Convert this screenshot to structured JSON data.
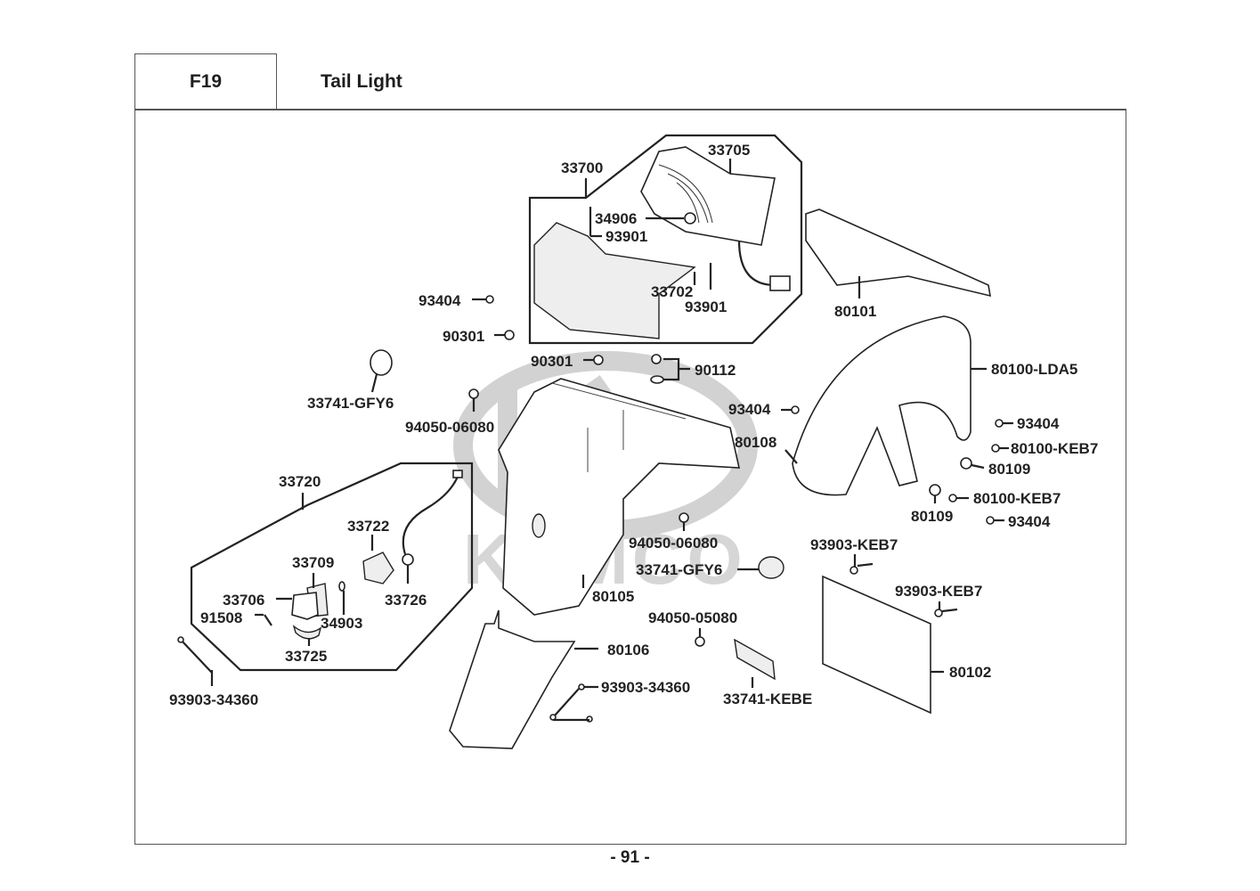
{
  "header": {
    "section_code": "F19",
    "title": "Tail Light"
  },
  "footer": {
    "page_number": "- 91 -"
  },
  "watermark": "KYMCO",
  "groups": [
    {
      "id": "33700",
      "members": [
        "33705",
        "34906",
        "93901",
        "33702"
      ]
    },
    {
      "id": "33720",
      "members": [
        "33722",
        "33709",
        "33706",
        "91508",
        "34903",
        "33726",
        "33725"
      ]
    }
  ],
  "labels": {
    "l33700": "33700",
    "l33705": "33705",
    "l34906": "34906",
    "l93901a": "93901",
    "l33702": "33702",
    "l93901b": "93901",
    "l80101": "80101",
    "l93404a": "93404",
    "l90301a": "90301",
    "l90301b": "90301",
    "l90112": "90112",
    "l80100lda5": "80100-LDA5",
    "l33741gfy6a": "33741-GFY6",
    "l94050a": "94050-06080",
    "l93404b": "93404",
    "l80108": "80108",
    "l93404c": "93404",
    "l80100keb7a": "80100-KEB7",
    "l80109a": "80109",
    "l80100keb7b": "80100-KEB7",
    "l80109b": "80109",
    "l93404d": "93404",
    "l33720": "33720",
    "l33722": "33722",
    "l33709": "33709",
    "l33706": "33706",
    "l91508": "91508",
    "l34903": "34903",
    "l33726": "33726",
    "l33725": "33725",
    "l93903_34360a": "93903-34360",
    "l94050b": "94050-06080",
    "l80105": "80105",
    "l33741gfy6b": "33741-GFY6",
    "l94050c": "94050-05080",
    "l80106": "80106",
    "l93903_34360b": "93903-34360",
    "l33741kebe": "33741-KEBE",
    "l93903keb7a": "93903-KEB7",
    "l93903keb7b": "93903-KEB7",
    "l80102": "80102"
  }
}
